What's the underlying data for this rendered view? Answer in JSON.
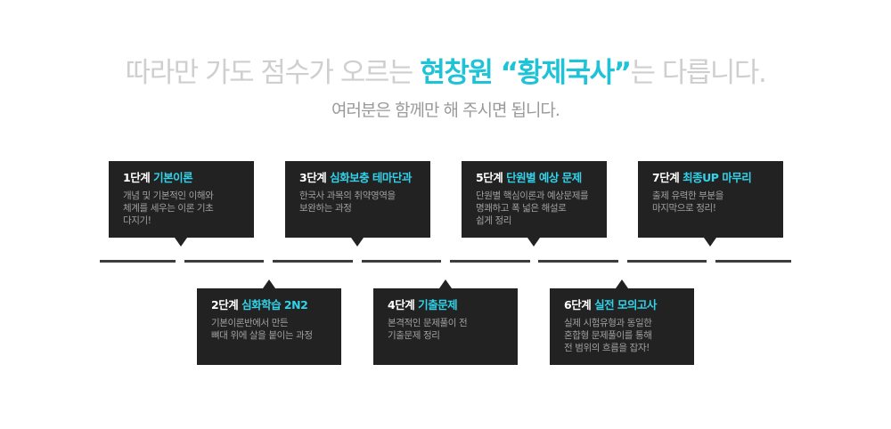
{
  "headline": {
    "prefix": "따라만 가도 점수가 오르는 ",
    "highlight": "현창원 “황제국사”",
    "suffix": "는 다릅니다."
  },
  "subline": "여러분은 함께만 해 주시면 됩니다.",
  "steps": [
    {
      "stage": "1단계",
      "title": "기본이론",
      "desc": "개념 및 기본적인 이해와\n체계를 세우는 이론 기초\n다지기!"
    },
    {
      "stage": "2단계",
      "title": "심화학습 2N2",
      "desc": "기본이론반에서 만든\n뼈대 위에 살을 붙이는 과정"
    },
    {
      "stage": "3단계",
      "title": "심화보충 테마단과",
      "desc": "한국사  과목의 취약영역을\n보완하는 과정"
    },
    {
      "stage": "4단계",
      "title": "기출문제",
      "desc": "본격적인 문제풀이 전\n기출문제 정리"
    },
    {
      "stage": "5단계",
      "title": "단원별 예상 문제",
      "desc": "단원별 핵심이론과 예상문제를\n명쾌하고 폭 넓은 해설로\n쉽게 정리"
    },
    {
      "stage": "6단계",
      "title": "실전 모의고사",
      "desc": "실제 시험유형과 동일한\n혼합형 문제풀이를 통해\n전 범위의 흐름을 잡자!"
    },
    {
      "stage": "7단계",
      "title": "최종UP 마무리",
      "desc": "출제 유력한 부분을\n마지막으로 정리!"
    }
  ]
}
